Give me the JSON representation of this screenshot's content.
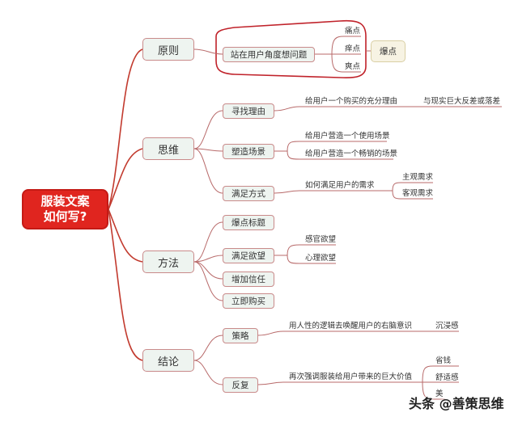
{
  "center": {
    "line1": "服装文案",
    "line2": "如何写?"
  },
  "branches": {
    "principle": {
      "label": "原则",
      "child": "站在用户角度想问题",
      "leaves": [
        "痛点",
        "痒点",
        "爽点"
      ],
      "summary": "爆点"
    },
    "thinking": {
      "label": "思维",
      "children": [
        {
          "label": "寻找理由",
          "leaves": [
            "给用户一个购买的充分理由",
            "与现实巨大反差或落差"
          ]
        },
        {
          "label": "塑造场景",
          "leaves": [
            "给用户营造一个使用场景",
            "给用户营造一个畅销的场景"
          ]
        },
        {
          "label": "满足方式",
          "leaves": [
            "如何满足用户的需求",
            "主观需求",
            "客观需求"
          ]
        }
      ]
    },
    "method": {
      "label": "方法",
      "children": [
        {
          "label": "爆点标题"
        },
        {
          "label": "满足欲望",
          "leaves": [
            "感官欲望",
            "心理欲望"
          ]
        },
        {
          "label": "增加信任"
        },
        {
          "label": "立即购买"
        }
      ]
    },
    "conclusion": {
      "label": "结论",
      "children": [
        {
          "label": "策略",
          "leaves": [
            "用人性的逻辑去唤醒用户的右脑意识",
            "沉浸感"
          ]
        },
        {
          "label": "反复",
          "leaves": [
            "再次强调服装给用户带来的巨大价值",
            "省钱",
            "舒适感",
            "美"
          ]
        }
      ]
    }
  },
  "watermark": "头条 @善策思维",
  "colors": {
    "center": "#e0251f",
    "line": "#c0392b",
    "node_fill": "#eef4f0",
    "summary_fill": "#f7f3e3"
  }
}
